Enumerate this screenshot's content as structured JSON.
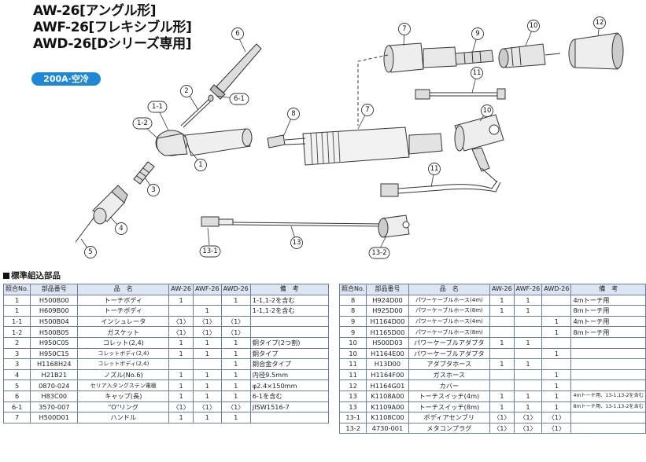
{
  "titles": [
    "AW-26[アングル形]",
    "AWF-26[フレキシブル形]",
    "AWD-26[Dシリーズ専用]"
  ],
  "badge": "200A·空冷",
  "section_title": "標準組込部品",
  "callouts": [
    "1",
    "1-1",
    "1-2",
    "2",
    "3",
    "4",
    "5",
    "6",
    "6-1",
    "7",
    "7",
    "8",
    "9",
    "10",
    "10",
    "11",
    "11",
    "12",
    "13",
    "13-1",
    "13-2"
  ],
  "table_headers": [
    "照合No.",
    "部品番号",
    "品　名",
    "AW-26",
    "AWF-26",
    "AWD-26",
    "備　考"
  ],
  "left_rows": [
    [
      "1",
      "H500B00",
      "トーチボディ",
      "1",
      "",
      "1",
      "1-1,1-2を含む"
    ],
    [
      "1",
      "H609B00",
      "トーチボディ",
      "",
      "1",
      "",
      "1-1,1-2を含む"
    ],
    [
      "1-1",
      "H500B04",
      "インシュレータ",
      "〈1〉",
      "〈1〉",
      "〈1〉",
      ""
    ],
    [
      "1-2",
      "H500B05",
      "ガスケット",
      "〈1〉",
      "〈1〉",
      "〈1〉",
      ""
    ],
    [
      "2",
      "H950C05",
      "コレット(2,4)",
      "1",
      "1",
      "1",
      "銅タイプ(2つ割)"
    ],
    [
      "3",
      "H950C15",
      "コレットボディ(2,4)",
      "1",
      "1",
      "1",
      "銅タイプ"
    ],
    [
      "3",
      "H1168H24",
      "コレットボディ(2,4)",
      "",
      "",
      "1",
      "銅合金タイプ"
    ],
    [
      "4",
      "H21B21",
      "ノズル(No.6)",
      "1",
      "1",
      "1",
      "内径9.5mm"
    ],
    [
      "5",
      "0870-024",
      "セリア入タングステン電極",
      "1",
      "1",
      "1",
      "φ2.4×150mm"
    ],
    [
      "6",
      "H83C00",
      "キャップ(長)",
      "1",
      "1",
      "1",
      "6-1を含む"
    ],
    [
      "6-1",
      "3570-007",
      "\"O\"リング",
      "〈1〉",
      "〈1〉",
      "〈1〉",
      "JISW1516-7"
    ],
    [
      "7",
      "H500D01",
      "ハンドル",
      "1",
      "1",
      "1",
      ""
    ]
  ],
  "right_rows": [
    [
      "8",
      "H924D00",
      "パワーケーブルホース(4m)",
      "1",
      "1",
      "",
      "4mトーチ用"
    ],
    [
      "8",
      "H925D00",
      "パワーケーブルホース(8m)",
      "1",
      "1",
      "",
      "8mトーチ用"
    ],
    [
      "9",
      "H1164D00",
      "パワーケーブルホース(4m)",
      "",
      "",
      "1",
      "4mトーチ用"
    ],
    [
      "9",
      "H1165D00",
      "パワーケーブルホース(8m)",
      "",
      "",
      "1",
      "8mトーチ用"
    ],
    [
      "10",
      "H500D03",
      "パワーケーブルアダプタ",
      "1",
      "1",
      "",
      ""
    ],
    [
      "10",
      "H1164E00",
      "パワーケーブルアダプタ",
      "",
      "",
      "1",
      ""
    ],
    [
      "11",
      "H13D00",
      "アダプタホース",
      "1",
      "1",
      "",
      ""
    ],
    [
      "11",
      "H1164F00",
      "ガスホース",
      "",
      "",
      "1",
      ""
    ],
    [
      "12",
      "H1164G01",
      "カバー",
      "",
      "",
      "1",
      ""
    ],
    [
      "13",
      "K1108A00",
      "トーチスイッチ(4m)",
      "1",
      "1",
      "1",
      "4mトーチ用、13-1,13-2を含む"
    ],
    [
      "13",
      "K1109A00",
      "トーチスイッチ(8m)",
      "1",
      "1",
      "1",
      "8mトーチ用、13-1,13-2を含む"
    ],
    [
      "13-1",
      "K1108C00",
      "ボディアセンブリ",
      "〈1〉",
      "〈1〉",
      "〈1〉",
      ""
    ],
    [
      "13-2",
      "4730-001",
      "メタコンプラグ",
      "〈1〉",
      "〈1〉",
      "〈1〉",
      ""
    ]
  ]
}
